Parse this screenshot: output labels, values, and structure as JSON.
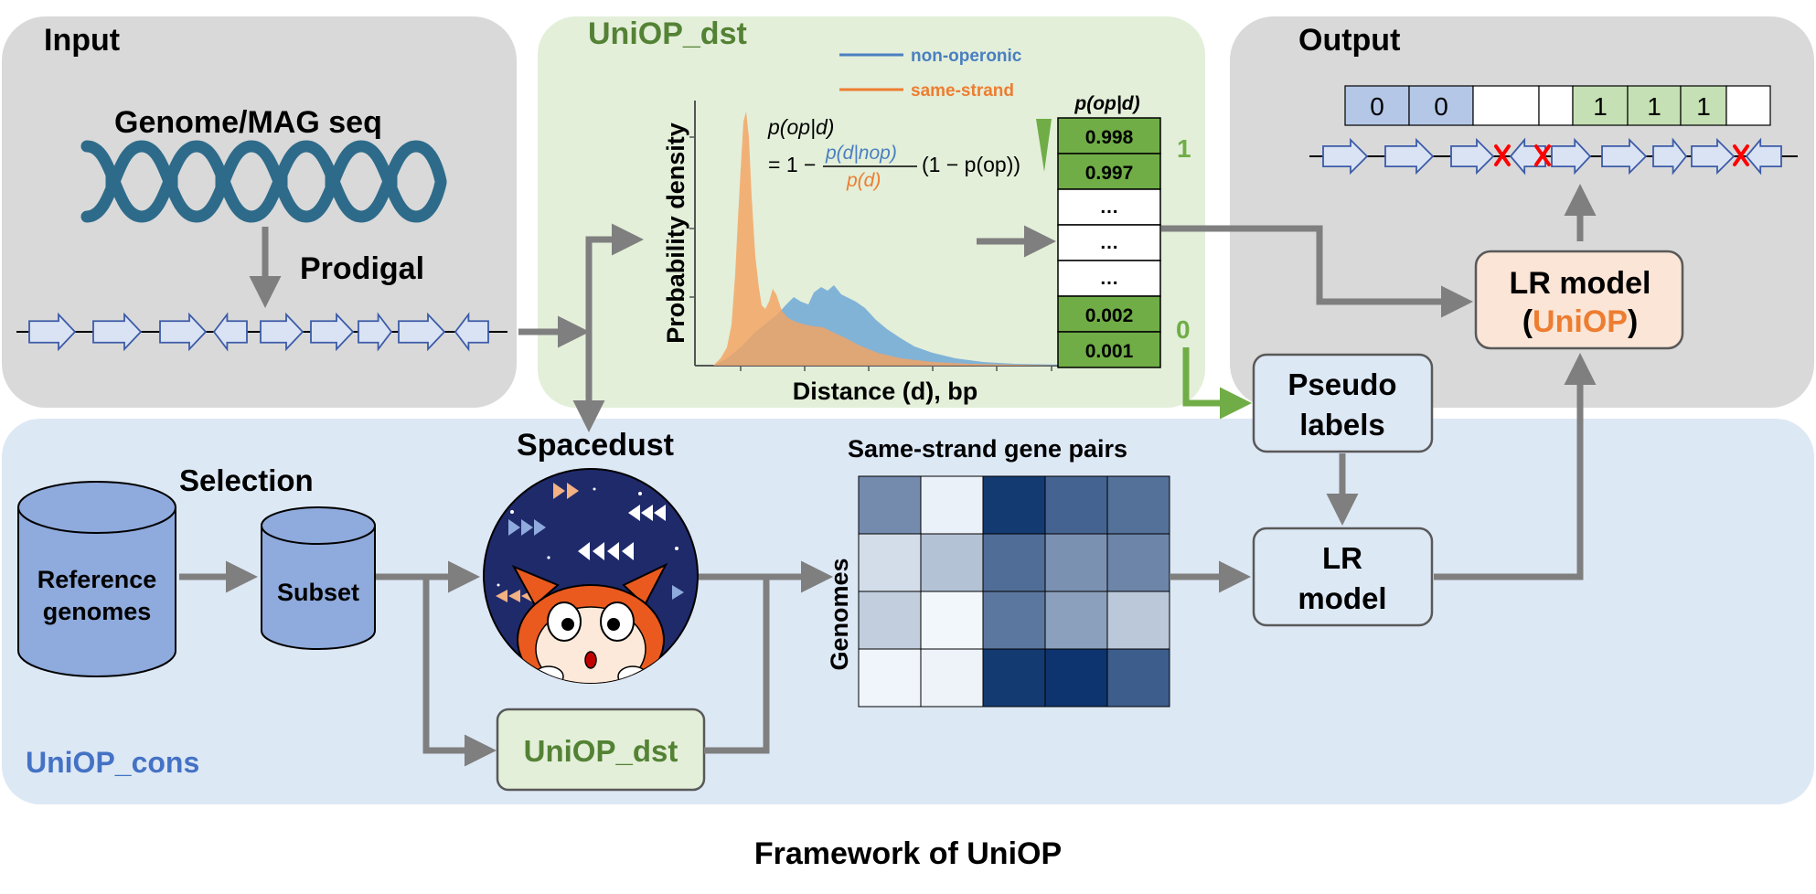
{
  "figure_title": "Framework of UniOP",
  "input": {
    "title": "Input",
    "genome_label": "Genome/MAG seq",
    "tool_label": "Prodigal"
  },
  "uniop_dst": {
    "title": "UniOP_dst",
    "legend": [
      {
        "name": "non-operonic",
        "color": "#4a7fc1"
      },
      {
        "name": "same-strand",
        "color": "#ed7d31"
      }
    ],
    "formula": {
      "line1": "p(op|d)",
      "eq": "= 1 −",
      "numerator": "p(d|nop)",
      "denominator": "p(d)",
      "tail": "(1 − p(op))"
    },
    "xlabel": "Distance (d), bp",
    "ylabel": "Probability density",
    "column_header": "p(op|d)",
    "cells": [
      "0.998",
      "0.997",
      "…",
      "…",
      "…",
      "0.002",
      "0.001"
    ],
    "high_label": "1",
    "low_label": "0"
  },
  "output": {
    "title": "Output",
    "labels": [
      "0",
      "0",
      "",
      "",
      "1",
      "1",
      "1",
      ""
    ]
  },
  "lr_model_final": {
    "line1": "LR model",
    "open": "(",
    "name": "UniOP",
    "close": ")"
  },
  "pseudo": {
    "line1": "Pseudo",
    "line2": "labels"
  },
  "lr_model": {
    "line1": "LR",
    "line2": "model"
  },
  "cons": {
    "title": "UniOP_cons",
    "selection_label": "Selection",
    "reference_line1": "Reference",
    "reference_line2": "genomes",
    "subset_label": "Subset",
    "spacedust_label": "Spacedust",
    "dst_box_label": "UniOP_dst",
    "heatmap_title": "Same-strand gene pairs",
    "heatmap_ylabel": "Genomes",
    "heatmap_values": [
      [
        0.55,
        0.05,
        0.95,
        0.75,
        0.68
      ],
      [
        0.15,
        0.28,
        0.7,
        0.52,
        0.58
      ],
      [
        0.22,
        0.02,
        0.65,
        0.45,
        0.25
      ],
      [
        0.03,
        0.04,
        0.95,
        0.98,
        0.78
      ]
    ]
  },
  "colors": {
    "input_panel": "#d9d9d9",
    "dst_panel": "#e3efd9",
    "output_panel": "#d9d9d9",
    "cons_panel": "#dde8f5",
    "arrow": "#7f7f7f",
    "green": "#70ad47",
    "dark_green": "#548235",
    "blue_text": "#4472c4",
    "orange": "#ed7d31",
    "gene_fill": "#dae3f3",
    "gene_stroke": "#3c5ba8",
    "label_blue": "#b4c7e7",
    "label_green": "#c5e0b4",
    "cell_green": "#70ad47"
  }
}
